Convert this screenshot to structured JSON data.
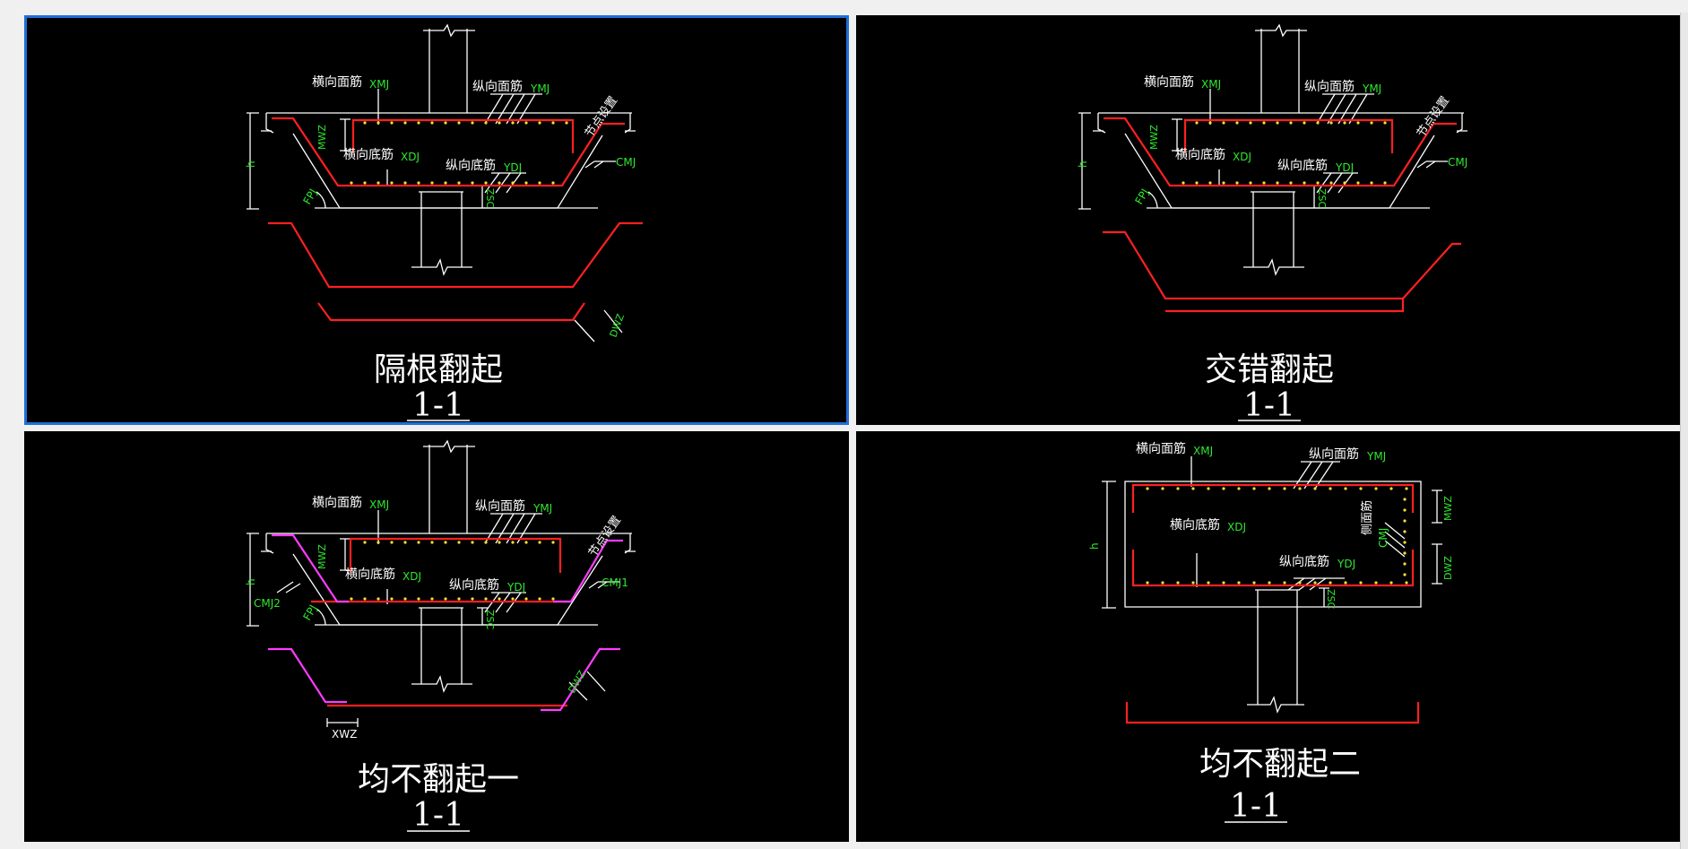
{
  "panels": [
    {
      "title": "隔根翻起",
      "section": "1-1",
      "selected": true,
      "labels": {
        "xmj_cn": "横向面筋",
        "xmj": "XMJ",
        "ymj_cn": "纵向面筋",
        "ymj": "YMJ",
        "xdj_cn": "横向底筋",
        "xdj": "XDJ",
        "ydj_cn": "纵向底筋",
        "ydj": "YDJ",
        "node": "节点设置",
        "cmj": "CMJ",
        "mwz": "MWZ",
        "h": "h",
        "fpj": "FPJ",
        "zsc": "ZSC",
        "dwz": "DWZ"
      }
    },
    {
      "title": "交错翻起",
      "section": "1-1",
      "selected": false,
      "labels": {
        "xmj_cn": "横向面筋",
        "xmj": "XMJ",
        "ymj_cn": "纵向面筋",
        "ymj": "YMJ",
        "xdj_cn": "横向底筋",
        "xdj": "XDJ",
        "ydj_cn": "纵向底筋",
        "ydj": "YDJ",
        "node": "节点设置",
        "cmj": "CMJ",
        "mwz": "MWZ",
        "h": "h",
        "fpj": "FPJ",
        "zsc": "ZSC"
      }
    },
    {
      "title": "均不翻起一",
      "section": "1-1",
      "selected": false,
      "labels": {
        "xmj_cn": "横向面筋",
        "xmj": "XMJ",
        "ymj_cn": "纵向面筋",
        "ymj": "YMJ",
        "xdj_cn": "横向底筋",
        "xdj": "XDJ",
        "ydj_cn": "纵向底筋",
        "ydj": "YDJ",
        "node": "节点设置",
        "cmj1": "CMJ1",
        "cmj2": "CMJ2",
        "mwz": "MWZ",
        "h": "h",
        "fpj": "FPJ",
        "zsc": "ZSC",
        "dwz": "DWZ",
        "xwz": "XWZ"
      }
    },
    {
      "title": "均不翻起二",
      "section": "1-1",
      "selected": false,
      "labels": {
        "xmj_cn": "横向面筋",
        "xmj": "XMJ",
        "ymj_cn": "纵向面筋",
        "ymj": "YMJ",
        "xdj_cn": "横向底筋",
        "xdj": "XDJ",
        "ydj_cn": "纵向底筋",
        "ydj": "YDJ",
        "side_cn": "侧面筋",
        "cmj": "CMJ",
        "mwz": "MWZ",
        "dwz": "DWZ",
        "h": "h",
        "zsc": "ZSC"
      }
    }
  ],
  "colors": {
    "background": "#000000",
    "line": "#ffffff",
    "rebar": "#ff2020",
    "pink": "#ff3cff",
    "label_green": "#2ee82e",
    "selection": "#1f6fd8"
  }
}
